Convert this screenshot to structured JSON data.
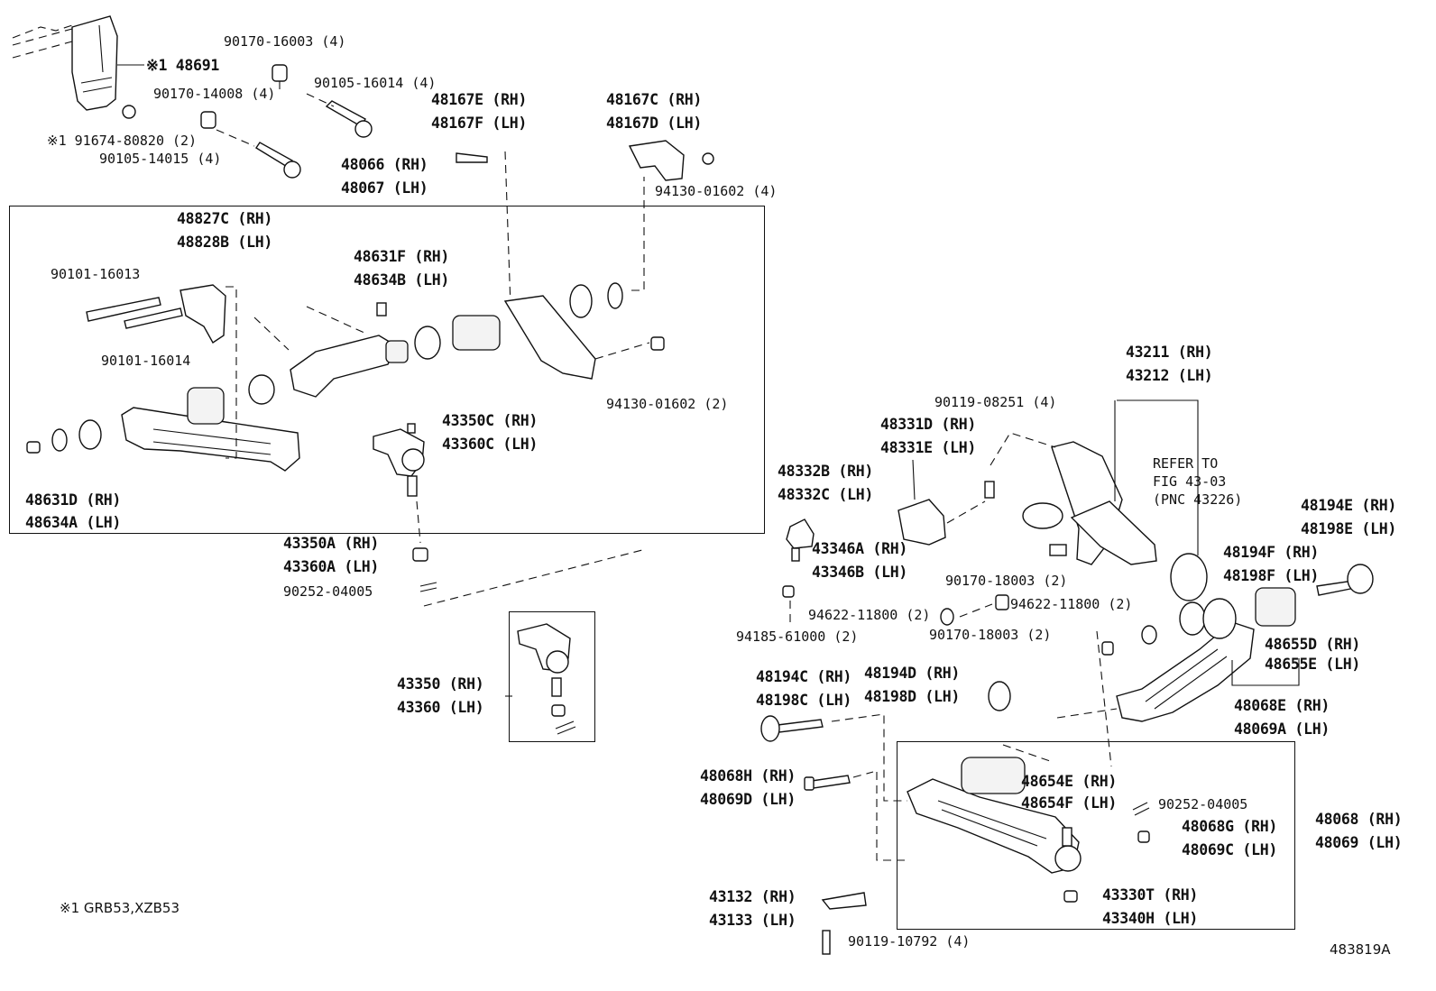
{
  "labels": {
    "p48691": "※1 48691",
    "p90170_16003": "90170-16003 (4)",
    "p90105_16014": "90105-16014 (4)",
    "p90170_14008": "90170-14008 (4)",
    "p91674": "※1 91674-80820 (2)",
    "p90105_14015": "90105-14015 (4)",
    "p48167e": "48167E (RH)",
    "p48167f": "48167F (LH)",
    "p48167c": "48167C (RH)",
    "p48167d": "48167D (LH)",
    "p94130_4": "94130-01602 (4)",
    "p48066": "48066 (RH)",
    "p48067": "48067 (LH)",
    "p48827c": "48827C (RH)",
    "p48828b": "48828B (LH)",
    "p90101_16013": "90101-16013",
    "p90101_16014": "90101-16014",
    "p48631f": "48631F (RH)",
    "p48634b": "48634B (LH)",
    "p94130_2": "94130-01602 (2)",
    "p43350c": "43350C (RH)",
    "p43360c": "43360C (LH)",
    "p48631d": "48631D (RH)",
    "p48634a": "48634A (LH)",
    "p43350a": "43350A (RH)",
    "p43360a": "43360A (LH)",
    "p90252_a": "90252-04005",
    "p43350": "43350 (RH)",
    "p43360": "43360 (LH)",
    "p43211": "43211 (RH)",
    "p43212": "43212 (LH)",
    "p90119_08251": "90119-08251 (4)",
    "p48331d": "48331D (RH)",
    "p48331e": "48331E (LH)",
    "refer1": "REFER TO",
    "refer2": "FIG 43-03",
    "refer3": "(PNC 43226)",
    "p48332b": "48332B (RH)",
    "p48332c": "48332C (LH)",
    "p43346a": "43346A (RH)",
    "p43346b": "43346B (LH)",
    "p48194e": "48194E (RH)",
    "p48198e": "48198E (LH)",
    "p48194f": "48194F (RH)",
    "p48198f": "48198F (LH)",
    "p90170_18003a": "90170-18003 (2)",
    "p94622_r": "94622-11800 (2)",
    "p94622_l": "94622-11800 (2)",
    "p94185": "94185-61000 (2)",
    "p90170_18003b": "90170-18003 (2)",
    "p48655d": "48655D (RH)",
    "p48655e": "48655E (LH)",
    "p48194c": "48194C (RH)",
    "p48198c": "48198C (LH)",
    "p48194d": "48194D (RH)",
    "p48198d": "48198D (LH)",
    "p48068e": "48068E (RH)",
    "p48069a": "48069A (LH)",
    "p48068h": "48068H (RH)",
    "p48069d": "48069D (LH)",
    "p48654e": "48654E (RH)",
    "p48654f": "48654F (LH)",
    "p90252_b": "90252-04005",
    "p48068g": "48068G (RH)",
    "p48069c": "48069C (LH)",
    "p48068": "48068 (RH)",
    "p48069": "48069 (LH)",
    "p43132": "43132 (RH)",
    "p43133": "43133 (LH)",
    "p43330t": "43330T (RH)",
    "p43340h": "43340H (LH)",
    "p90119_10792": "90119-10792 (4)"
  },
  "footnote": "※1 GRB53,XZB53",
  "figure_id": "483819A"
}
